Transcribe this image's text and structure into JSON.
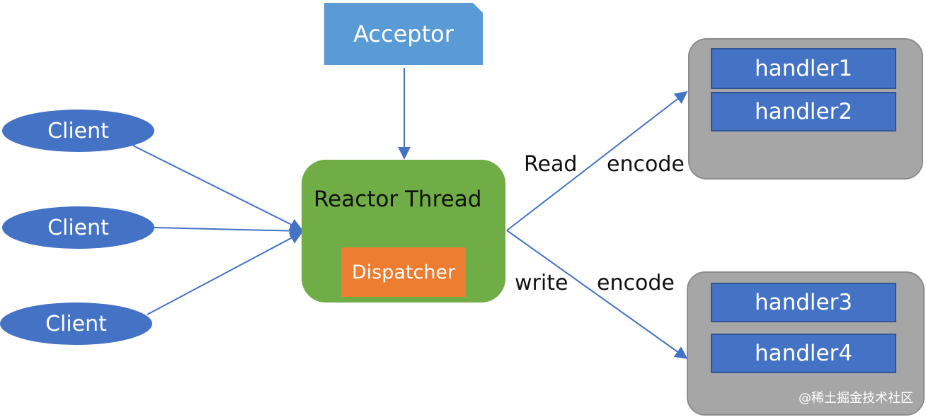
{
  "clients": [
    "Client",
    "Client",
    "Client"
  ],
  "acceptor": "Acceptor",
  "reactor": {
    "title": "Reactor Thread",
    "dispatcher": "Dispatcher"
  },
  "groups": [
    {
      "handlers": [
        "handler1",
        "handler2"
      ]
    },
    {
      "handlers": [
        "handler3",
        "handler4"
      ]
    }
  ],
  "edge_labels": {
    "read": "Read",
    "read_encode": "encode",
    "write": "write",
    "write_encode": "encode"
  },
  "watermark": "@稀土掘金技术社区",
  "colors": {
    "client": "#4472c4",
    "acceptor": "#5b9bd5",
    "reactor": "#70ad47",
    "dispatcher": "#ed7d31",
    "group": "#a6a6a6",
    "handler": "#4472c4",
    "arrow": "#4472c4"
  }
}
